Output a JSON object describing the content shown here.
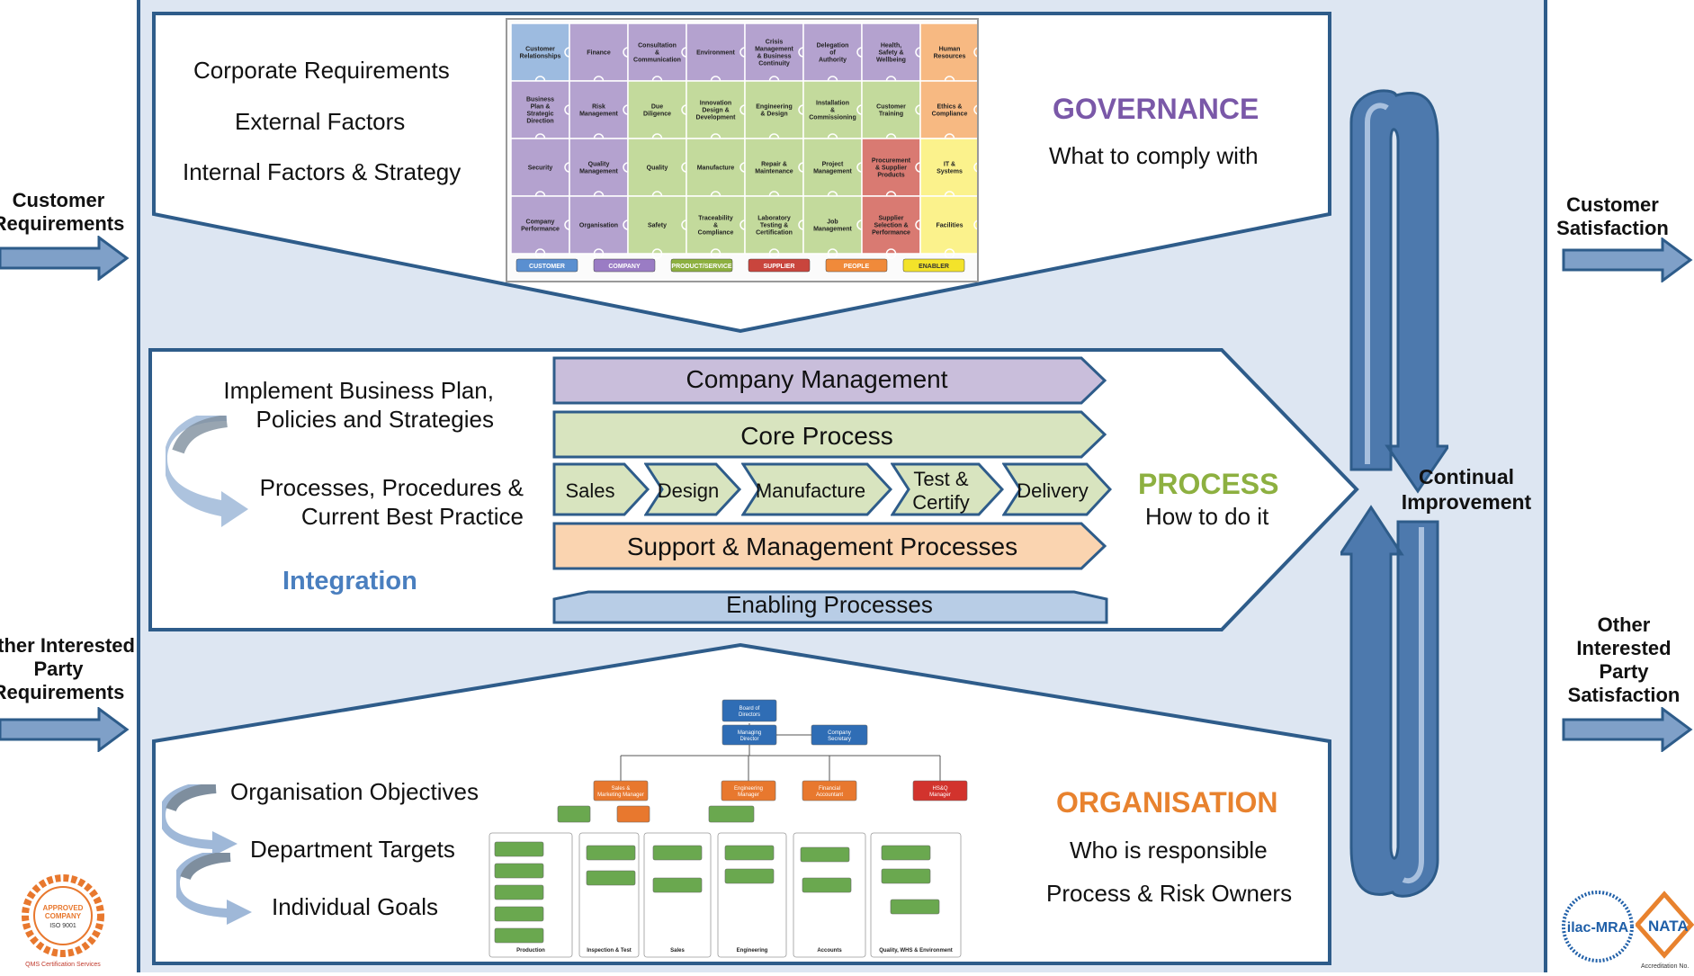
{
  "left": {
    "customer_requirements": "Customer Requirements",
    "other_requirements": "Other Interested Party Requirements"
  },
  "right": {
    "customer_satisfaction": "Customer Satisfaction",
    "other_satisfaction": "Other Interested Party Satisfaction",
    "continual_improvement": "Continual Improvement"
  },
  "governance": {
    "items": [
      "Corporate Requirements",
      "External Factors",
      "Internal Factors & Strategy"
    ],
    "title": "GOVERNANCE",
    "subtitle": "What to comply with",
    "puzzle": {
      "rows": [
        [
          "Customer Relationships",
          "Finance",
          "Consultation & Communication",
          "Environment",
          "Crisis Management & Business Continuity",
          "Delegation of Authority",
          "Health, Safety & Wellbeing",
          "Human Resources"
        ],
        [
          "Business Plan & Strategic Direction",
          "Risk Management",
          "Due Diligence",
          "Innovation Design & Development",
          "Engineering & Design",
          "Installation & Commissioning",
          "Customer Training",
          "Ethics & Compliance"
        ],
        [
          "Security",
          "Quality Management",
          "Quality",
          "Manufacture",
          "Repair & Maintenance",
          "Project Management",
          "Procurement & Supplier Products",
          "IT & Systems"
        ],
        [
          "Company Performance",
          "Organisation",
          "Safety",
          "Traceability & Compliance",
          "Laboratory Testing & Certification",
          "Job Management",
          "Supplier Selection & Performance",
          "Facilities"
        ]
      ],
      "legend": [
        "CUSTOMER",
        "COMPANY",
        "PRODUCT/SERVICE",
        "SUPPLIER",
        "PEOPLE",
        "ENABLER"
      ]
    }
  },
  "process": {
    "item1": "Implement Business Plan, Policies and Strategies",
    "item2": "Processes, Procedures & Current Best Practice",
    "integration": "Integration",
    "title": "PROCESS",
    "subtitle": "How to do it",
    "company_management": "Company Management",
    "core_process": "Core Process",
    "steps": [
      "Sales",
      "Design",
      "Manufacture",
      "Test & Certify",
      "Delivery"
    ],
    "support": "Support & Management Processes",
    "enabling": "Enabling Processes"
  },
  "organisation": {
    "items": [
      "Organisation Objectives",
      "Department Targets",
      "Individual Goals"
    ],
    "title": "ORGANISATION",
    "subtitle1": "Who is responsible",
    "subtitle2": "Process & Risk Owners",
    "chart": {
      "board": "Board of Directors",
      "md": "Managing Director",
      "secretary": "Company Secretary",
      "managers": [
        "Sales & Marketing Manager",
        "Engineering Manager",
        "Financial Accountant",
        "HS&Q Manager"
      ],
      "departments": [
        "Production",
        "Inspection & Test",
        "Sales",
        "Engineering",
        "Accounts",
        "Quality, WHS & Environment"
      ]
    }
  },
  "badges": {
    "left": [
      "APPROVED COMPANY",
      "ISO 9001",
      "QMS Certification Services"
    ],
    "right": [
      "ilac-MRA",
      "NATA",
      "Accreditation No."
    ]
  },
  "colors": {
    "frame": "#2e5c8a",
    "bg": "#dde6f2",
    "governance": "#7a58a8",
    "process": "#8db040",
    "organisation": "#e8822e",
    "integration": "#4a7fbf",
    "purple_bar": "#c9bedb",
    "green_bar": "#d8e4bf",
    "orange_bar": "#fad4b0",
    "blue_bar": "#b8cde6"
  }
}
